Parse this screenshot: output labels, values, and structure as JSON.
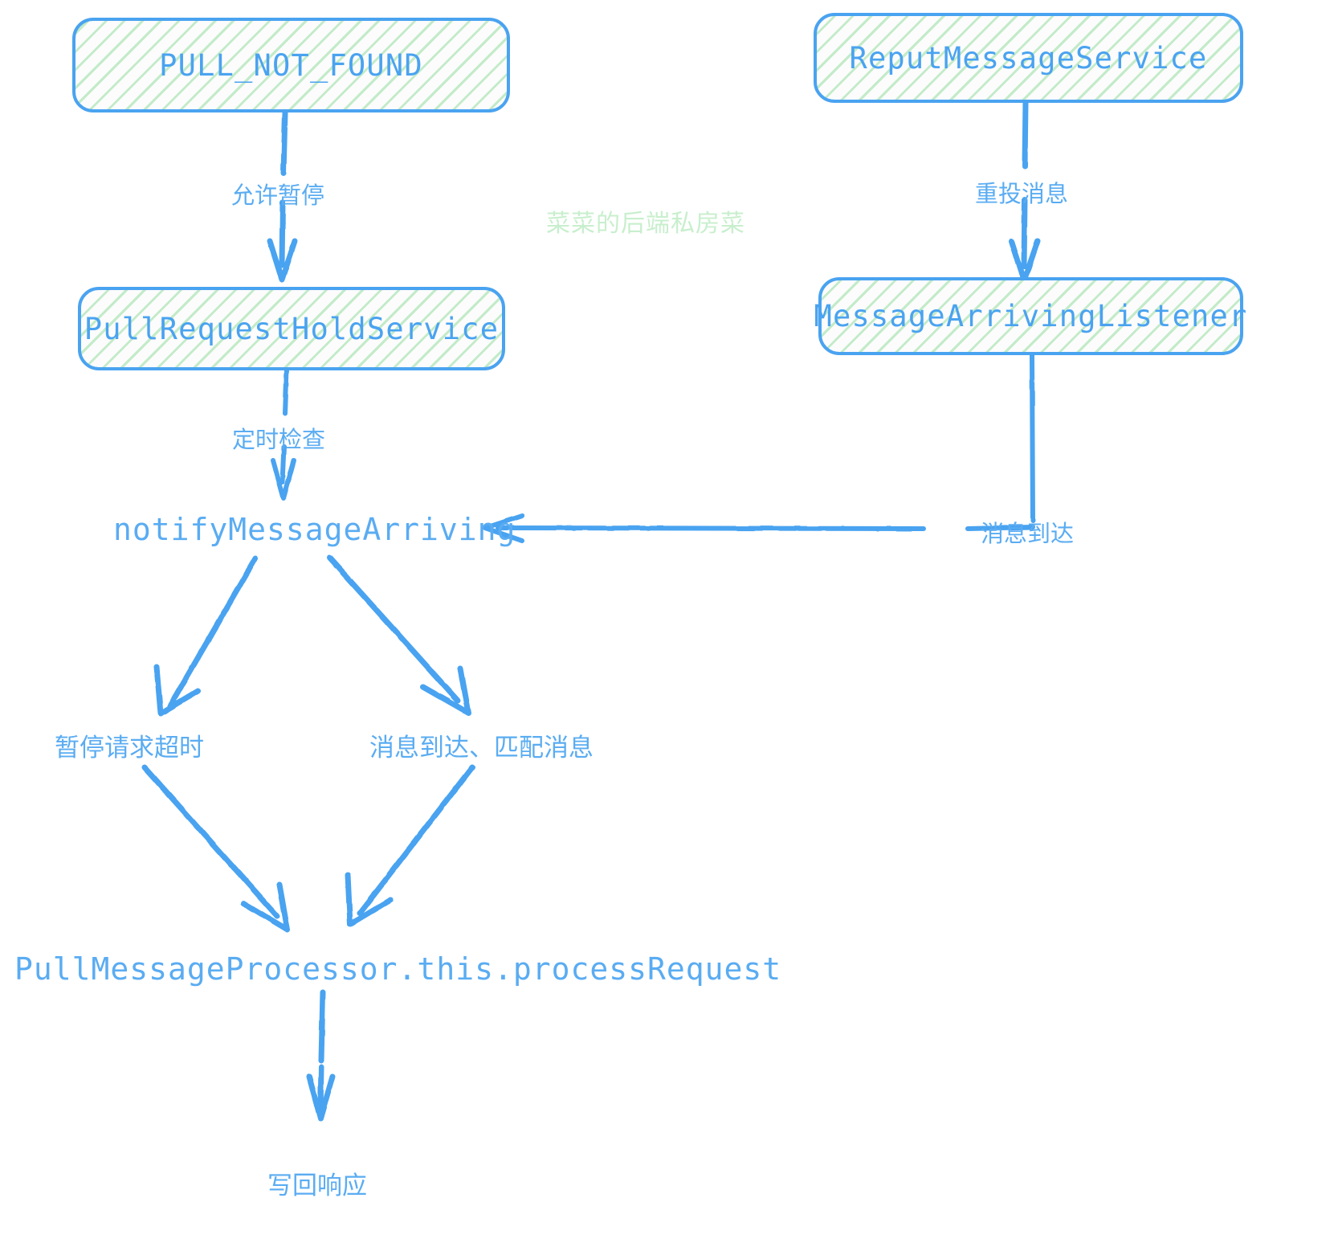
{
  "diagram": {
    "title": "RocketMQ long-polling pull request flow",
    "theme": {
      "stroke": "#4aa3f0",
      "text": "#5aacf2",
      "hatch": "#b9e8c0",
      "box_fill": "#fcfcfc",
      "watermark": "#c8efcd",
      "background": "#ffffff"
    },
    "nodes": [
      {
        "id": "pull_not_found",
        "label": "PULL_NOT_FOUND",
        "shape": "rounded-box"
      },
      {
        "id": "pull_hold_service",
        "label": "PullRequestHoldService",
        "shape": "rounded-box"
      },
      {
        "id": "reput_service",
        "label": "ReputMessageService",
        "shape": "rounded-box"
      },
      {
        "id": "arriving_listener",
        "label": "MessageArrivingListener",
        "shape": "rounded-box"
      },
      {
        "id": "notify_arriving",
        "label": "notifyMessageArriving",
        "shape": "text"
      },
      {
        "id": "hold_timeout",
        "label": "暂停请求超时",
        "shape": "text"
      },
      {
        "id": "arrived_matched",
        "label": "消息到达、匹配消息",
        "shape": "text"
      },
      {
        "id": "process_request",
        "label": "PullMessageProcessor.this.processRequest",
        "shape": "text"
      },
      {
        "id": "write_response",
        "label": "写回响应",
        "shape": "text"
      }
    ],
    "edges": [
      {
        "id": "e1",
        "from": "pull_not_found",
        "to": "pull_hold_service",
        "label": "允许暂停"
      },
      {
        "id": "e2",
        "from": "pull_hold_service",
        "to": "notify_arriving",
        "label": "定时检查"
      },
      {
        "id": "e3",
        "from": "reput_service",
        "to": "arriving_listener",
        "label": "重投消息"
      },
      {
        "id": "e4",
        "from": "arriving_listener",
        "to": "notify_arriving",
        "label": "消息到达"
      },
      {
        "id": "e5",
        "from": "notify_arriving",
        "to": "hold_timeout",
        "label": ""
      },
      {
        "id": "e6",
        "from": "notify_arriving",
        "to": "arrived_matched",
        "label": ""
      },
      {
        "id": "e7",
        "from": "hold_timeout",
        "to": "process_request",
        "label": ""
      },
      {
        "id": "e8",
        "from": "arrived_matched",
        "to": "process_request",
        "label": ""
      },
      {
        "id": "e9",
        "from": "process_request",
        "to": "write_response",
        "label": ""
      }
    ],
    "watermark": "菜菜的后端私房菜"
  }
}
